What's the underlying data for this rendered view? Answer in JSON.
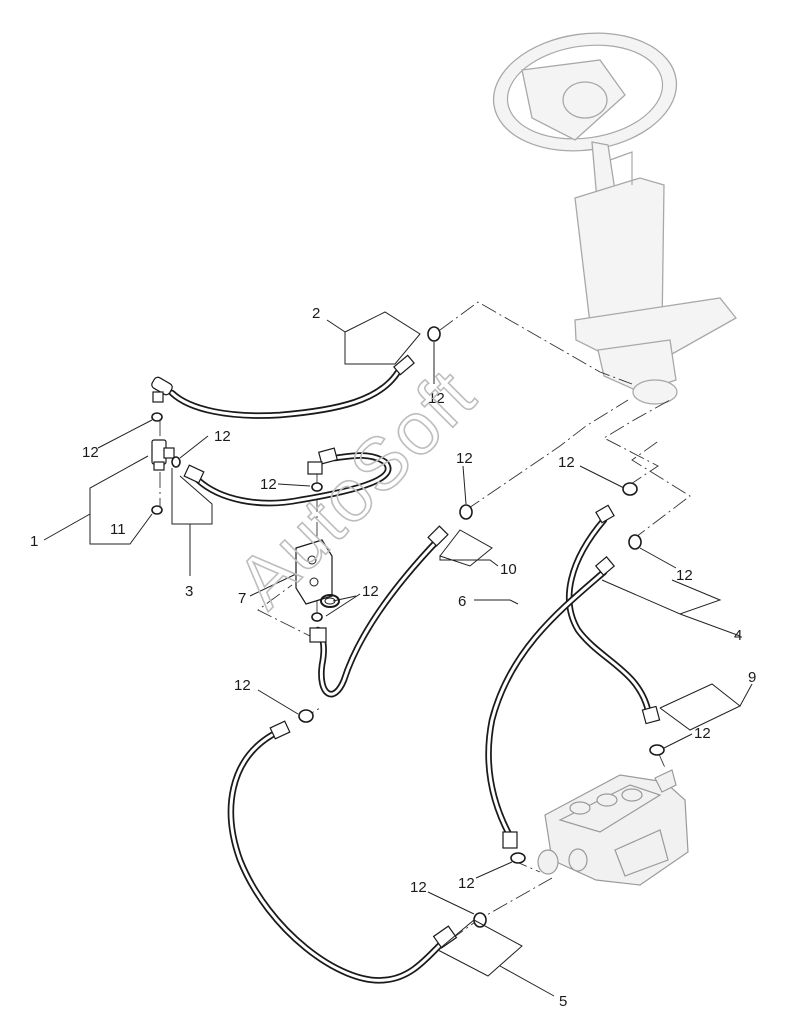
{
  "watermark": "AutoSoft",
  "callouts": {
    "c1": "1",
    "c2": "2",
    "c3": "3",
    "c4": "4",
    "c5": "5",
    "c6": "6",
    "c7": "7",
    "c9": "9",
    "c10": "10",
    "c11": "11",
    "c12": "12"
  },
  "colors": {
    "line": "#1a1a1a",
    "ghost_part": "#a8a8a8",
    "watermark": "#bdbdbd"
  }
}
